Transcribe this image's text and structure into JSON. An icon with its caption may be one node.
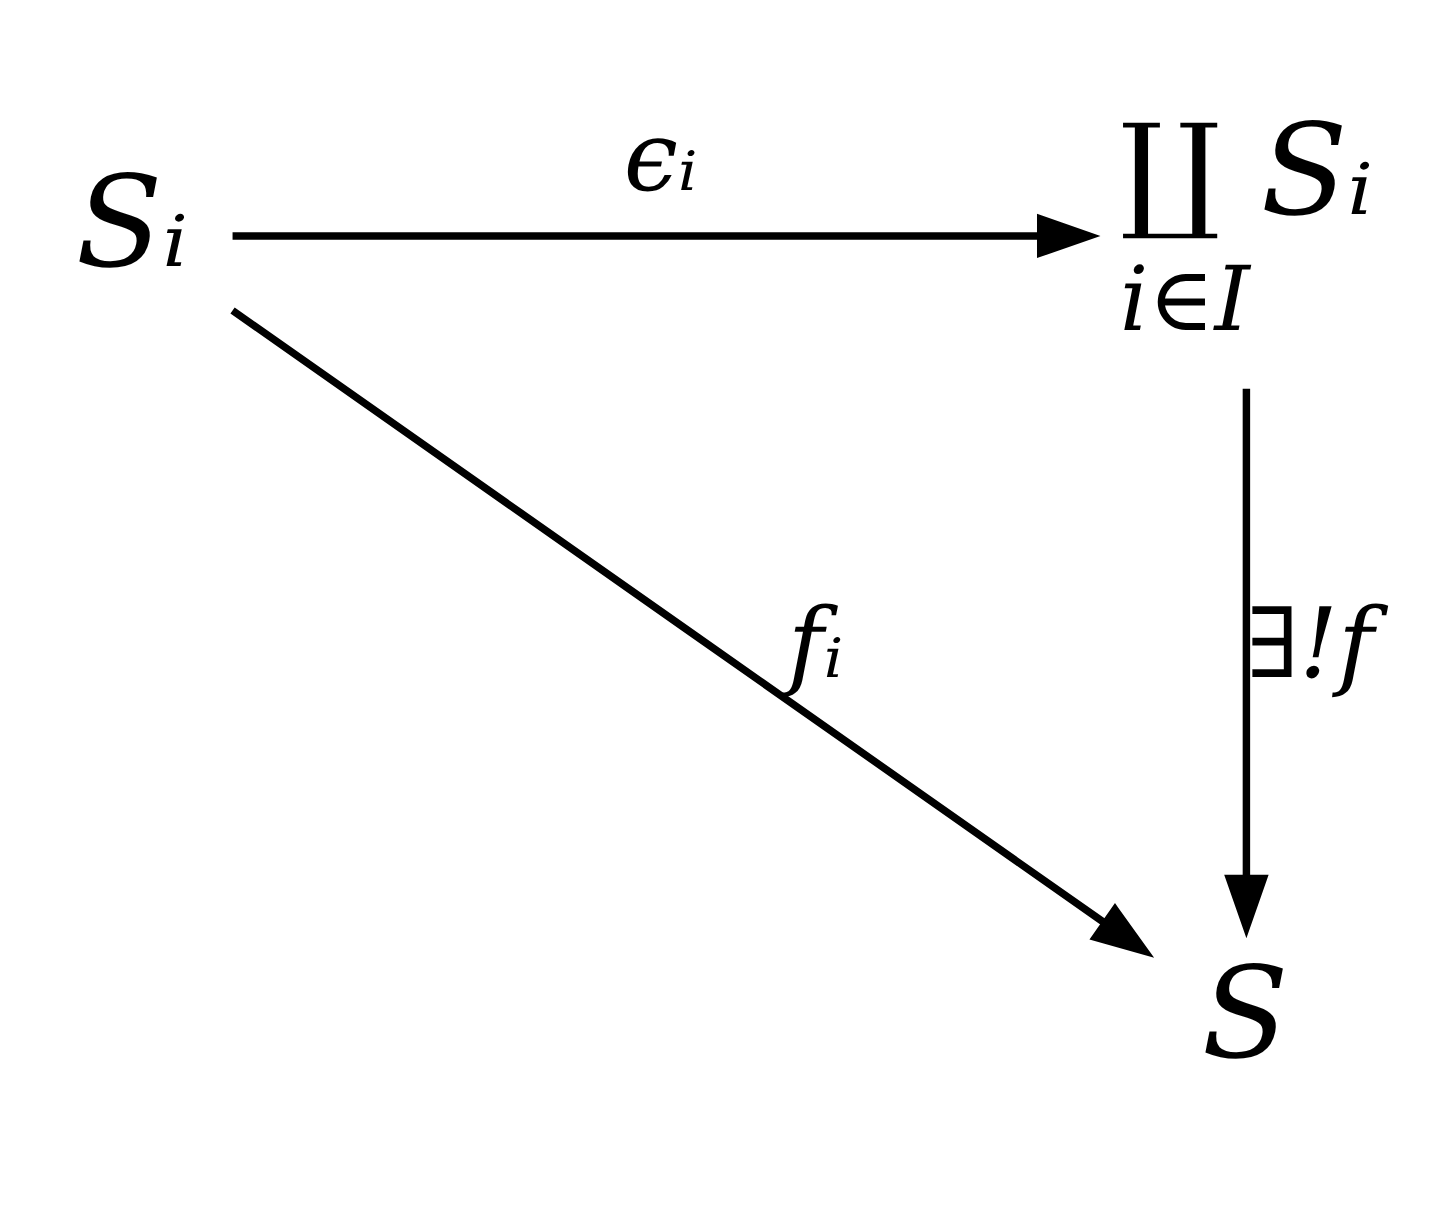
{
  "diagram": {
    "nodes": [
      {
        "text": [
          "Sᵢ"
        ]
      },
      {
        "text": [
          "∐ Sᵢ",
          "i∈I"
        ]
      },
      {
        "text": [
          "S"
        ]
      }
    ],
    "edges": [
      {
        "from": 0,
        "to": 1,
        "arrow": "to",
        "label": "ϵᵢ"
      },
      {
        "from": 0,
        "to": 2,
        "arrow": "to",
        "label": "fᵢ"
      },
      {
        "from": 1,
        "to": 2,
        "arrow": "to",
        "label": "∃!f"
      }
    ]
  }
}
